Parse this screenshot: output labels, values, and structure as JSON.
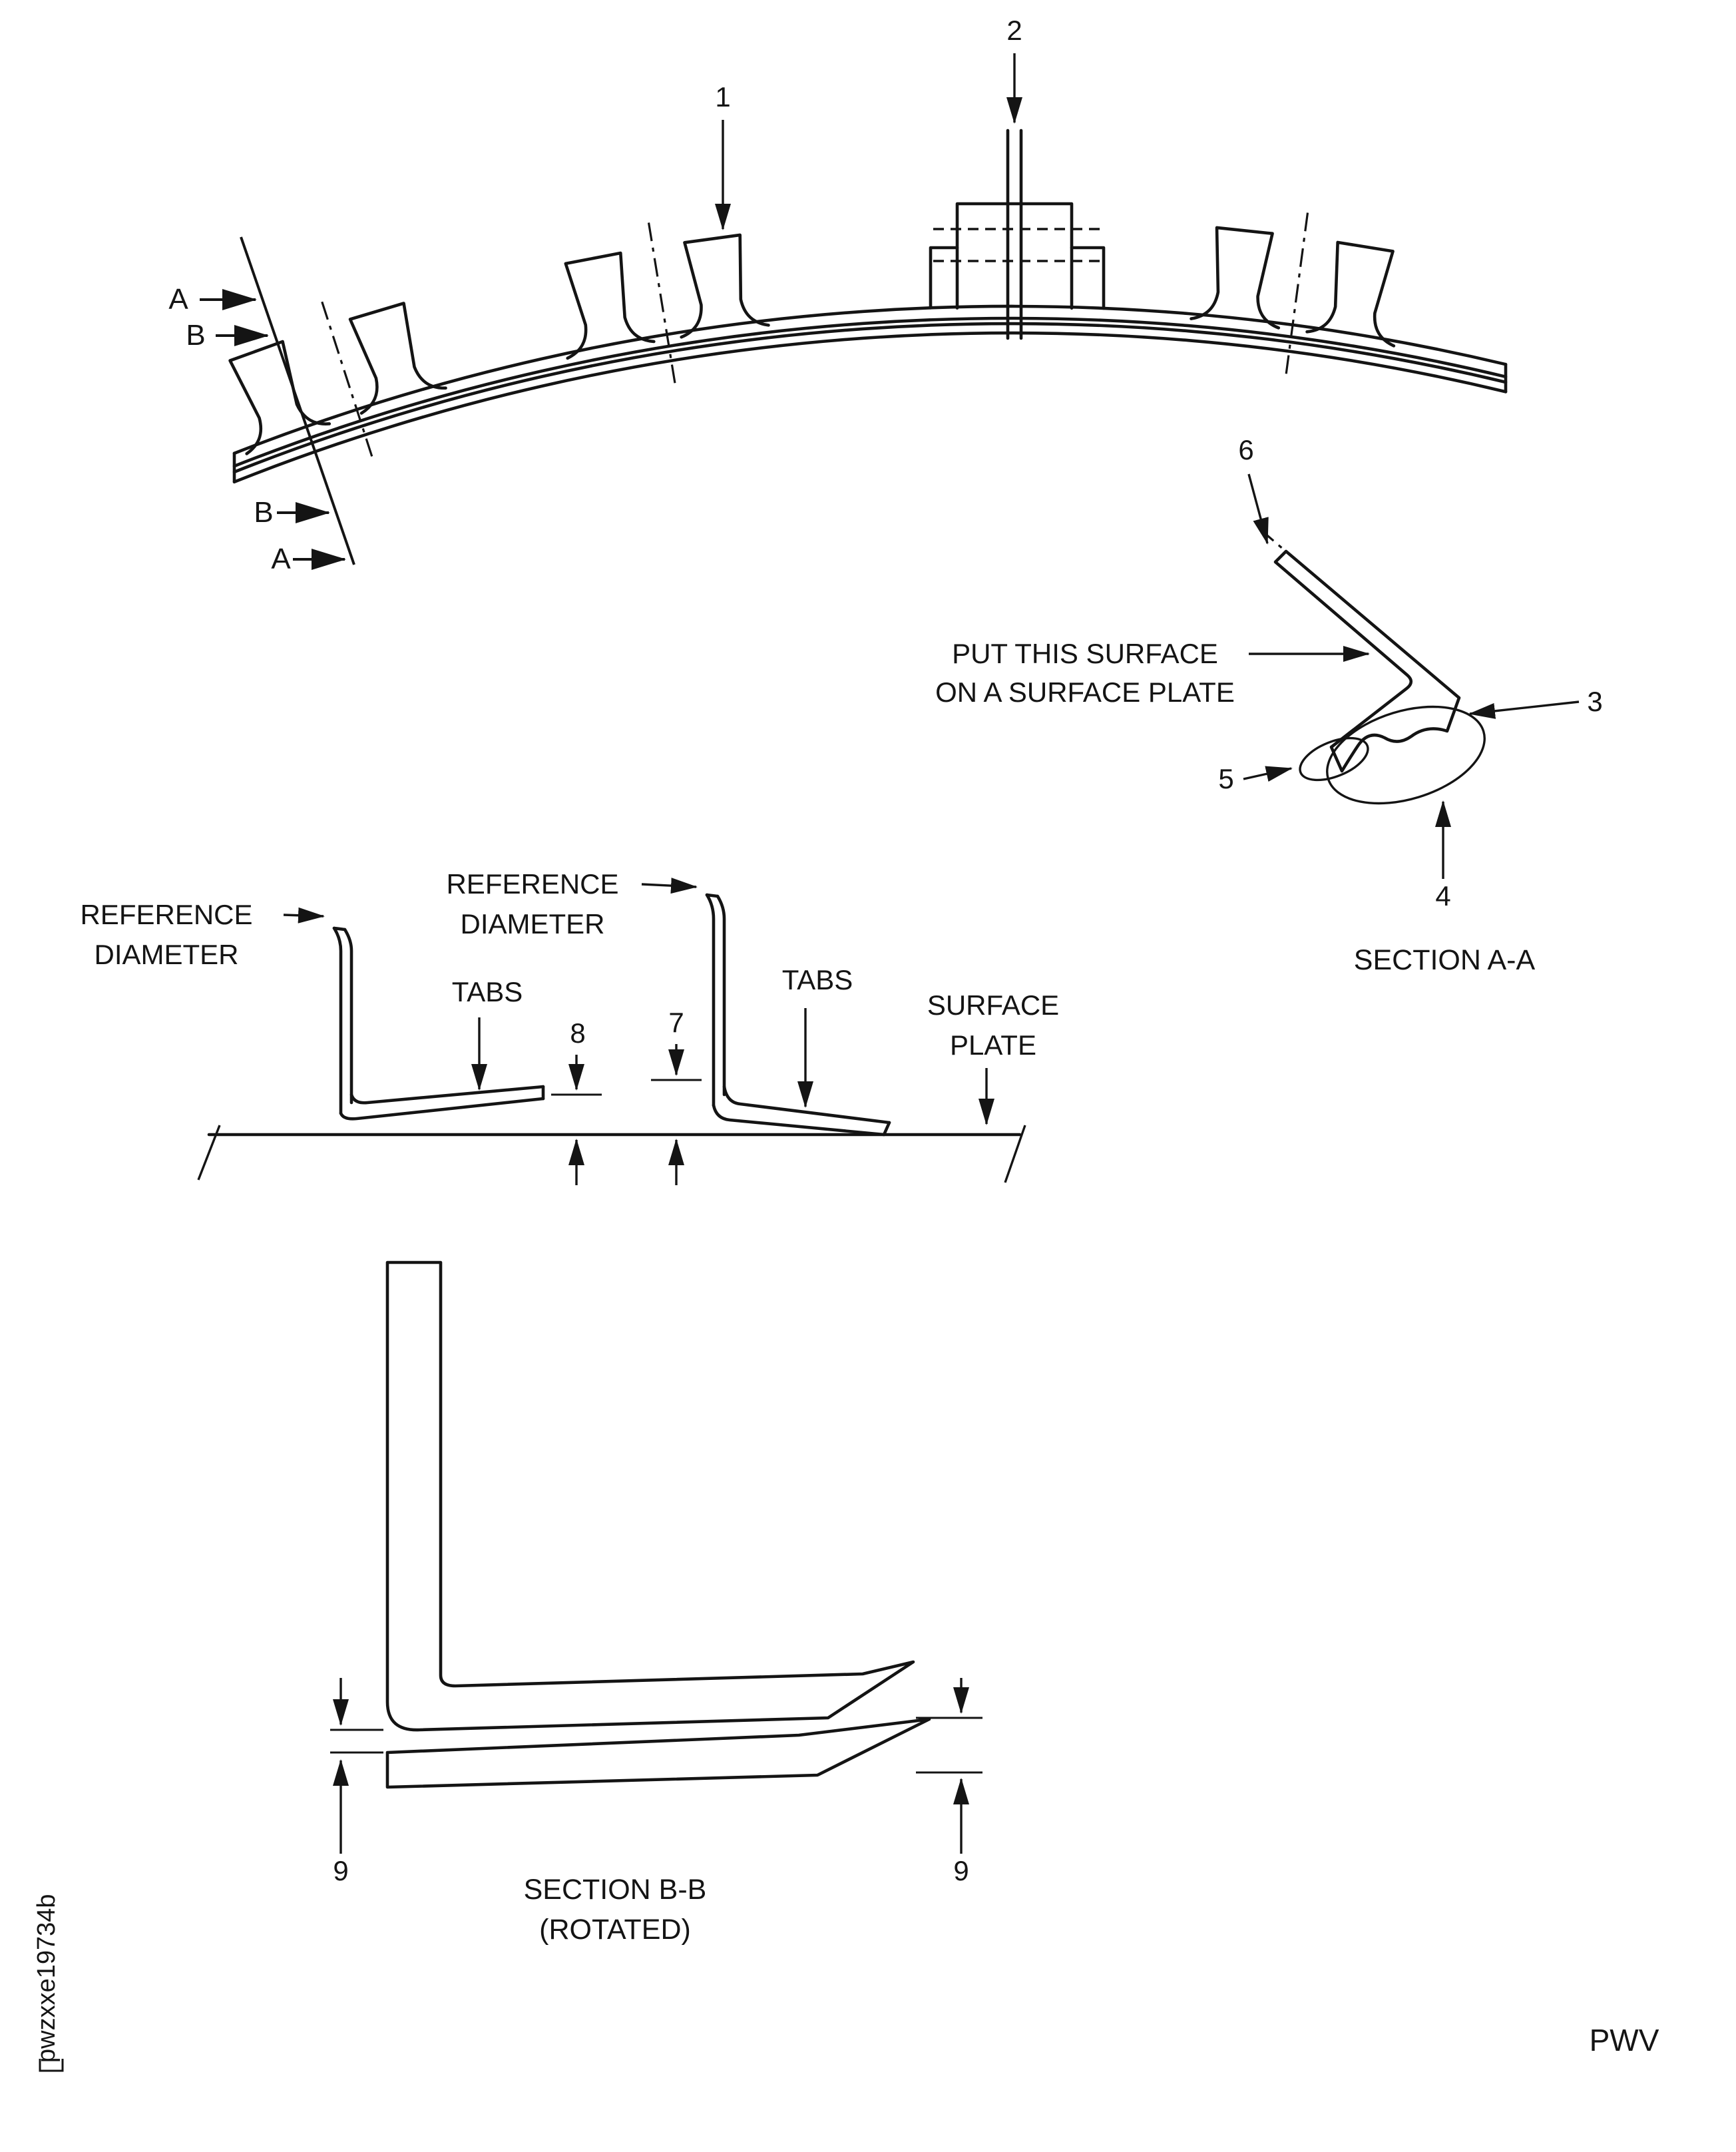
{
  "colors": {
    "ink": "#141414",
    "background": "#ffffff"
  },
  "top_view": {
    "callout_1": "1",
    "callout_2": "2",
    "cutting_plane": {
      "a_top": "A",
      "b_top": "B",
      "b_bottom": "B",
      "a_bottom": "A"
    }
  },
  "section_aa": {
    "callout_3": "3",
    "callout_4": "4",
    "callout_5": "5",
    "callout_6": "6",
    "note_line1": "PUT THIS SURFACE",
    "note_line2": "ON A SURFACE PLATE",
    "title": "SECTION A-A"
  },
  "flatness_view": {
    "ref_dia_left_line1": "REFERENCE",
    "ref_dia_left_line2": "DIAMETER",
    "ref_dia_right_line1": "REFERENCE",
    "ref_dia_right_line2": "DIAMETER",
    "tabs_left": "TABS",
    "tabs_right": "TABS",
    "surface_plate_line1": "SURFACE",
    "surface_plate_line2": "PLATE",
    "callout_7": "7",
    "callout_8": "8"
  },
  "section_bb": {
    "callout_9_left": "9",
    "callout_9_right": "9",
    "title_line1": "SECTION B-B",
    "title_line2": "(ROTATED)"
  },
  "footer": {
    "figure_id": "pwzxxe19734b",
    "publisher_code": "PWV"
  }
}
